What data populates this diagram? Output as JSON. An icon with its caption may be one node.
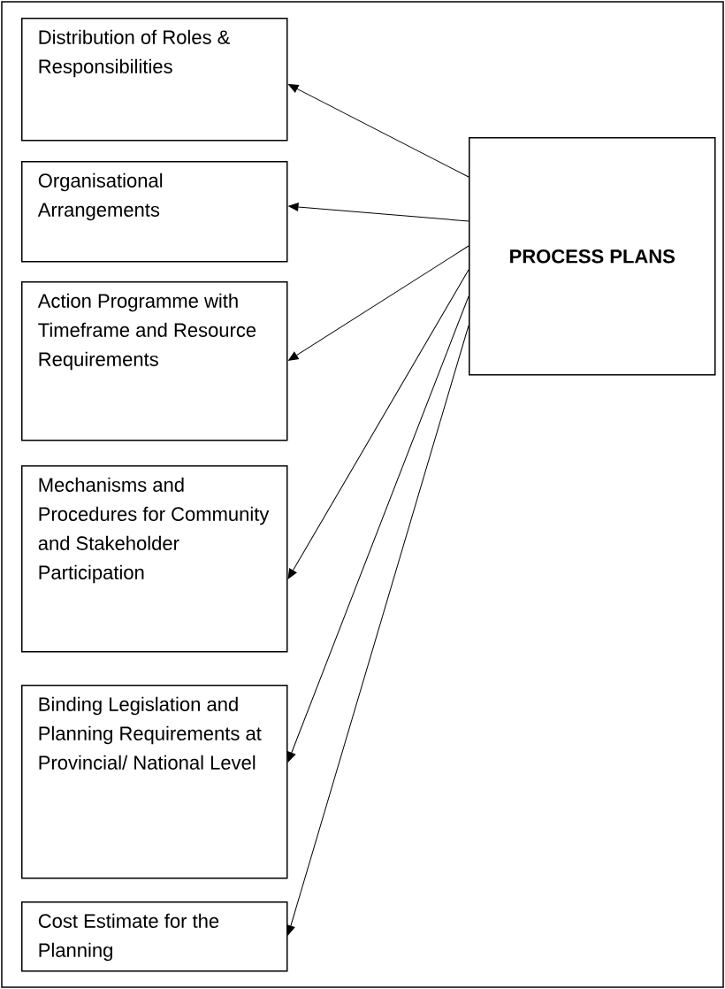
{
  "diagram": {
    "nodes": [
      {
        "text": [
          "Distribution of Roles & Responsibilities"
        ]
      },
      {
        "text": [
          "Organisational Arrangements"
        ]
      },
      {
        "text": [
          "Action Programme with Timeframe and Resource Requirements"
        ]
      },
      {
        "text": [
          "Mechanisms and Procedures for Community and Stakeholder Participation"
        ]
      },
      {
        "text": [
          "Binding Legislation and Planning Requirements at Provincial/ National Level"
        ]
      },
      {
        "text": [
          "Cost Estimate for the Planning"
        ]
      },
      {
        "text": [
          "PROCESS PLANS"
        ]
      }
    ],
    "edges": [
      {
        "from": 6,
        "to": 0,
        "arrow": "to"
      },
      {
        "from": 6,
        "to": 1,
        "arrow": "to"
      },
      {
        "from": 6,
        "to": 2,
        "arrow": "to"
      },
      {
        "from": 6,
        "to": 3,
        "arrow": "to"
      },
      {
        "from": 6,
        "to": 4,
        "arrow": "to"
      },
      {
        "from": 6,
        "to": 5,
        "arrow": "to"
      }
    ]
  }
}
